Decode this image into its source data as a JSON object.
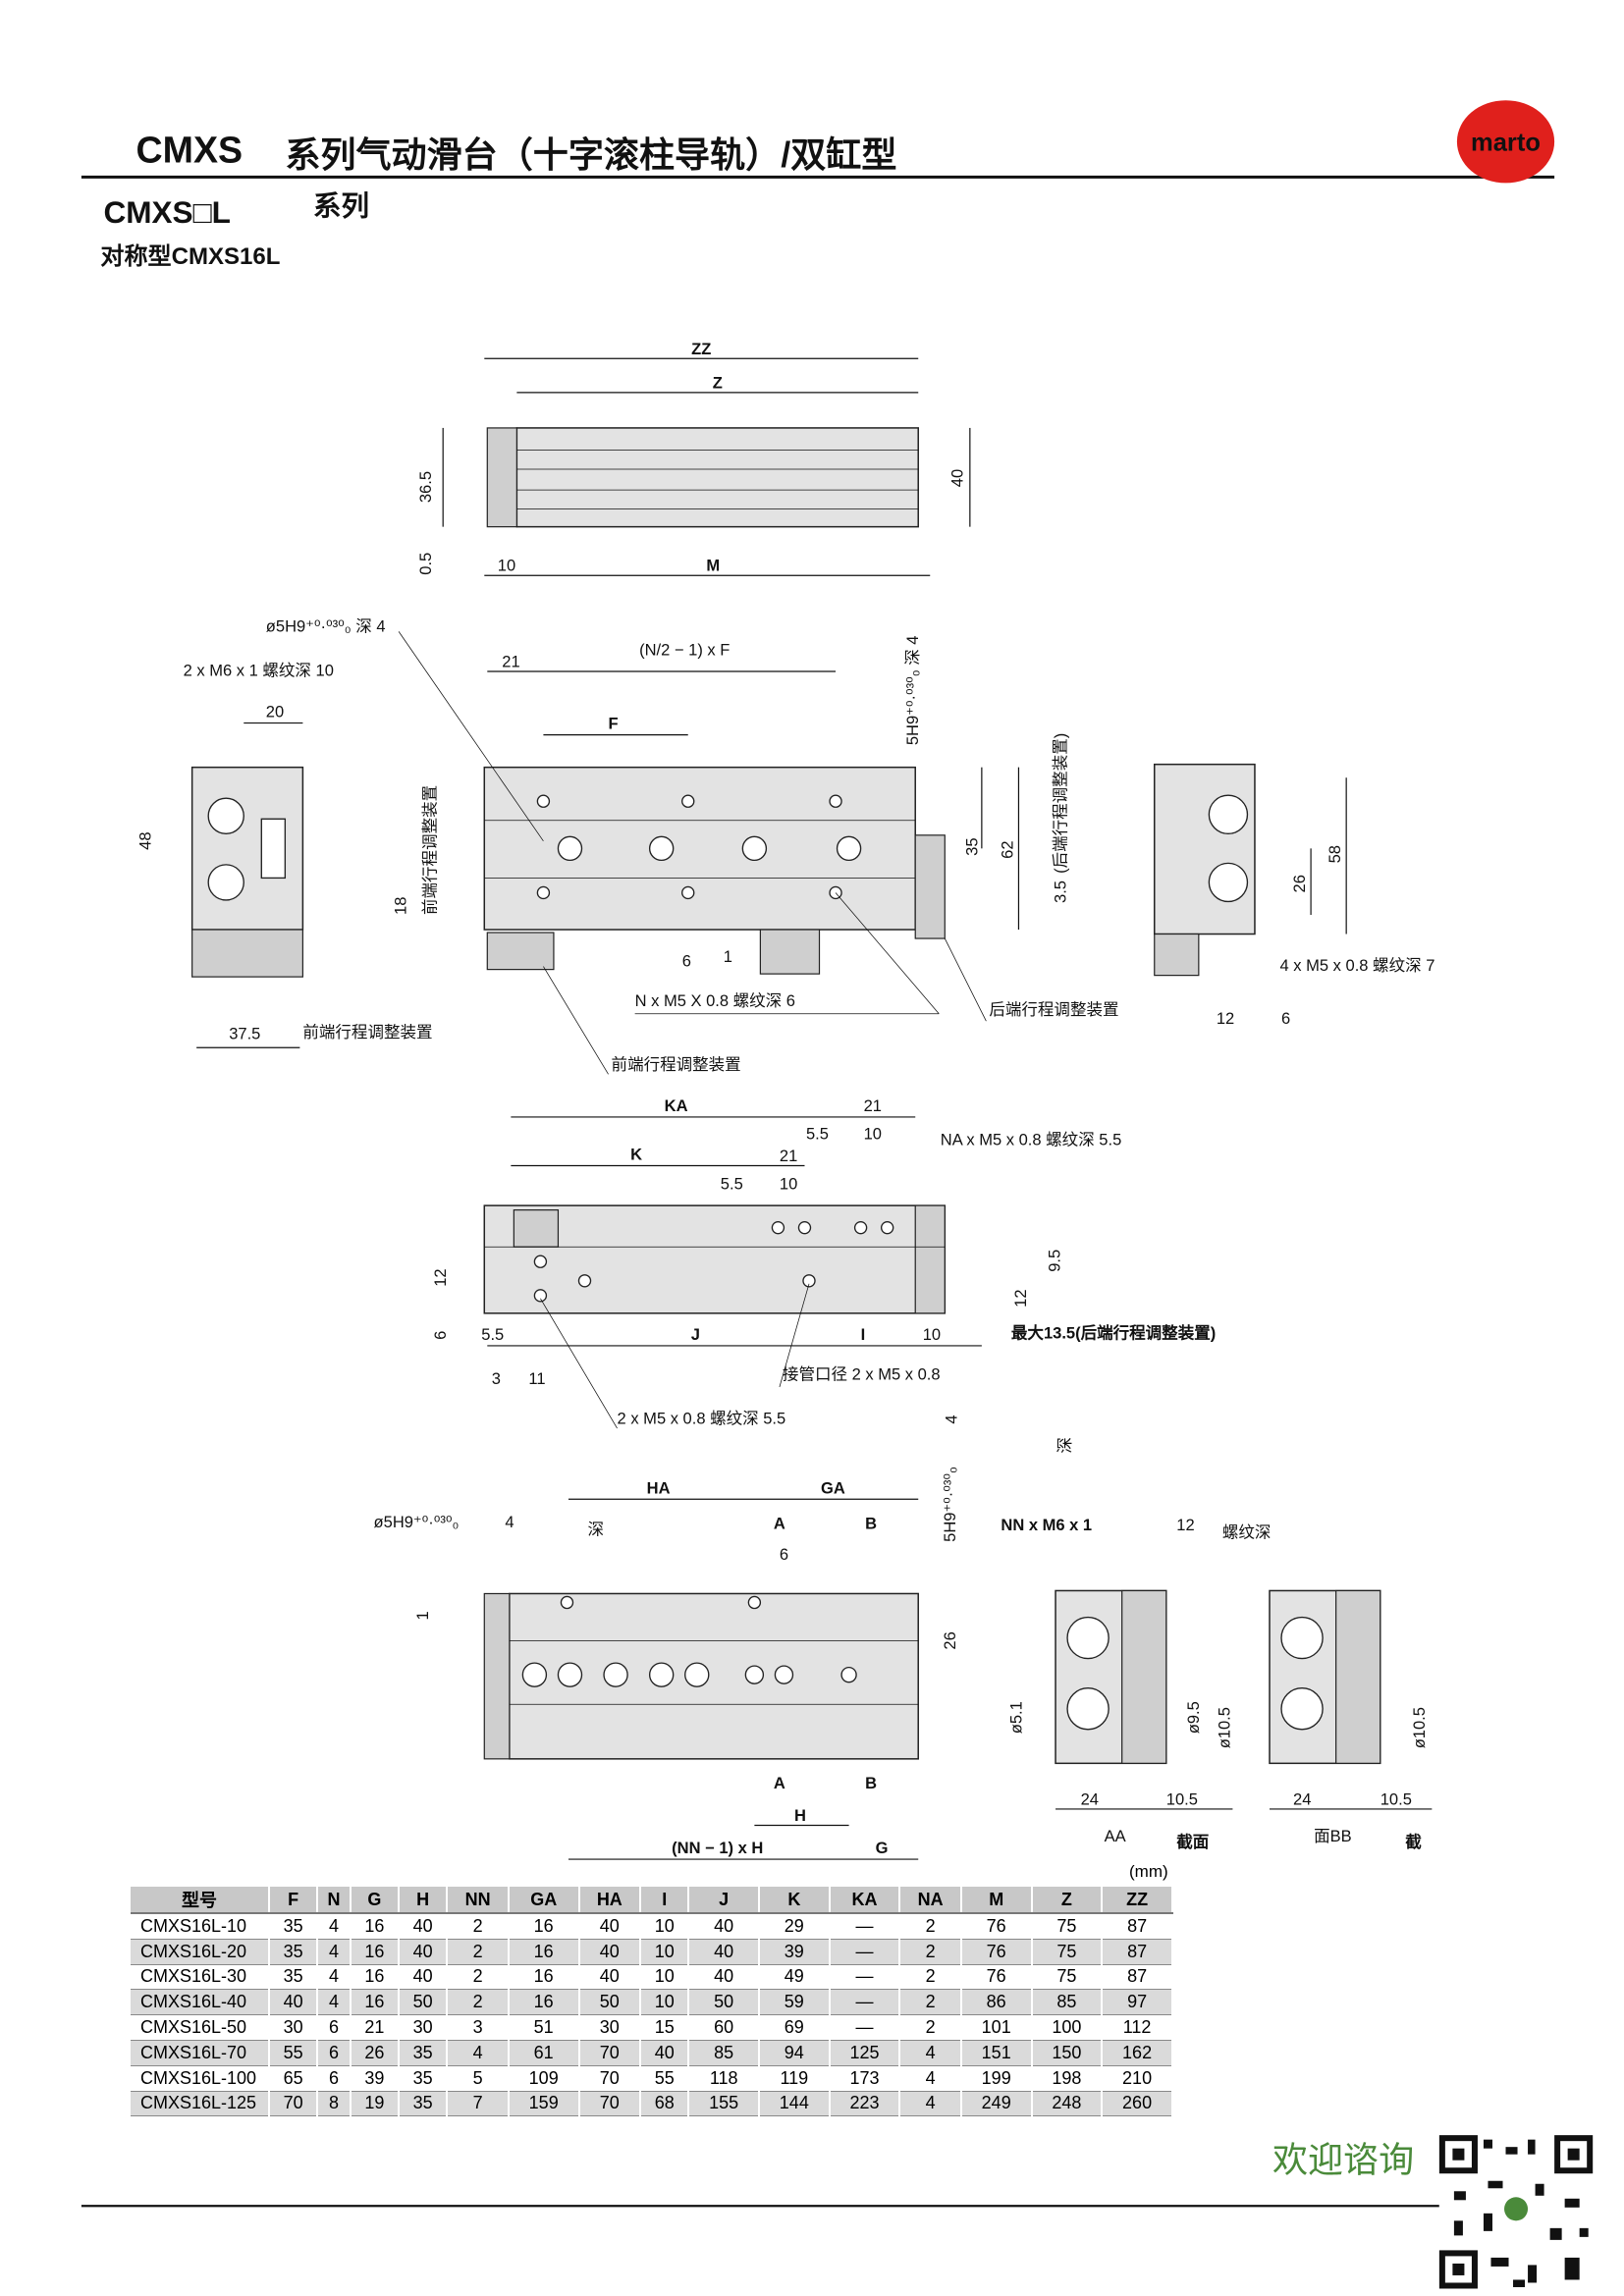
{
  "header": {
    "series": "CMXS",
    "title": "系列气动滑台（十字滚柱导轨）/双缸型",
    "logo": "marto",
    "subtitle_model": "CMXS□L",
    "subtitle_series": "系列",
    "variant": "对称型CMXS16L"
  },
  "colors": {
    "logo": "#e0201c",
    "footer_text": "#4a8a3a"
  },
  "drawing_top": {
    "zz": "ZZ",
    "z": "Z",
    "h365": "36.5",
    "h05": "0.5",
    "h40": "40",
    "w10": "10",
    "m": "M"
  },
  "drawing_front": {
    "pin_hole": "ø5H9⁺⁰·⁰³⁰₀ 深 4",
    "side_thread": "2 x M6 x 1  螺纹深  10",
    "d20": "20",
    "d48": "48",
    "d375": "37.5",
    "front_adj_label": "前端行程调整装置",
    "d21": "21",
    "nf": "(N/2 − 1) x F",
    "f": "F",
    "pin_v": "5H9⁺⁰·⁰³⁰₀ 深 4",
    "d18": "18",
    "d35": "35",
    "d62": "62",
    "d35b": "3.5",
    "rear_adj_v": "(后端行程调整装置)",
    "front_adj_v": "前端行程调整装置",
    "d6": "6",
    "d1": "1",
    "n_thread": "N x M5 X 0.8  螺纹深  6",
    "rear_adj": "后端行程调整装置",
    "front_adj": "前端行程调整装置",
    "d58": "58",
    "d26": "26",
    "d12": "12",
    "d6b": "6",
    "end_thread": "4 x M5 x 0.8 螺纹深 7"
  },
  "drawing_side": {
    "ka": "KA",
    "k": "K",
    "d21a": "21",
    "d55a": "5.5",
    "d10a": "10",
    "d21b": "21",
    "d55b": "5.5",
    "d10b": "10",
    "na_thread": "NA x M5 x 0.8  螺纹深  5.5",
    "d95": "9.5",
    "d12": "12",
    "d6": "6",
    "d12b": "12",
    "d55c": "5.5",
    "j": "J",
    "i": "I",
    "d10c": "10",
    "max_adj": "最大13.5(后端行程调整装置)",
    "d3": "3",
    "d11": "11",
    "port": "接管口径  2 x M5 x 0.8",
    "bottom_thread": "2 x M5 x 0.8  螺纹深  5.5"
  },
  "drawing_bottom": {
    "pin_hole": "ø5H9⁺⁰·⁰³⁰₀",
    "d4": "4",
    "deep": "深",
    "ha": "HA",
    "ga": "GA",
    "a": "A",
    "b": "B",
    "d6": "6",
    "pin_v": "5H9⁺⁰·⁰³⁰₀",
    "d4v": "4",
    "deep_v": "深",
    "d1": "1",
    "d26": "26",
    "a2": "A",
    "b2": "B",
    "h": "H",
    "nnh": "(NN − 1) x H",
    "g": "G",
    "nn_thread": "NN x M6 x 1",
    "d12": "12",
    "thread_deep": "螺纹深",
    "d51": "ø5.1",
    "d95": "ø9.5",
    "d105a": "ø10.5",
    "d105b": "ø10.5",
    "d24a": "24",
    "d105c": "10.5",
    "d24b": "24",
    "d105d": "10.5",
    "sec_aa": "AA",
    "sec_aa2": "截面",
    "sec_bb": "面BB",
    "sec_bb2": "截"
  },
  "table": {
    "unit": "(mm)",
    "columns": [
      "型号",
      "F",
      "N",
      "G",
      "H",
      "NN",
      "GA",
      "HA",
      "I",
      "J",
      "K",
      "KA",
      "NA",
      "M",
      "Z",
      "ZZ"
    ],
    "rows": [
      [
        "CMXS16L-10",
        "35",
        "4",
        "16",
        "40",
        "2",
        "16",
        "40",
        "10",
        "40",
        "29",
        "—",
        "2",
        "76",
        "75",
        "87"
      ],
      [
        "CMXS16L-20",
        "35",
        "4",
        "16",
        "40",
        "2",
        "16",
        "40",
        "10",
        "40",
        "39",
        "—",
        "2",
        "76",
        "75",
        "87"
      ],
      [
        "CMXS16L-30",
        "35",
        "4",
        "16",
        "40",
        "2",
        "16",
        "40",
        "10",
        "40",
        "49",
        "—",
        "2",
        "76",
        "75",
        "87"
      ],
      [
        "CMXS16L-40",
        "40",
        "4",
        "16",
        "50",
        "2",
        "16",
        "50",
        "10",
        "50",
        "59",
        "—",
        "2",
        "86",
        "85",
        "97"
      ],
      [
        "CMXS16L-50",
        "30",
        "6",
        "21",
        "30",
        "3",
        "51",
        "30",
        "15",
        "60",
        "69",
        "—",
        "2",
        "101",
        "100",
        "112"
      ],
      [
        "CMXS16L-70",
        "55",
        "6",
        "26",
        "35",
        "4",
        "61",
        "70",
        "40",
        "85",
        "94",
        "125",
        "4",
        "151",
        "150",
        "162"
      ],
      [
        "CMXS16L-100",
        "65",
        "6",
        "39",
        "35",
        "5",
        "109",
        "70",
        "55",
        "118",
        "119",
        "173",
        "4",
        "199",
        "198",
        "210"
      ],
      [
        "CMXS16L-125",
        "70",
        "8",
        "19",
        "35",
        "7",
        "159",
        "70",
        "68",
        "155",
        "144",
        "223",
        "4",
        "249",
        "248",
        "260"
      ]
    ]
  },
  "footer": {
    "welcome": "欢迎谘询"
  }
}
